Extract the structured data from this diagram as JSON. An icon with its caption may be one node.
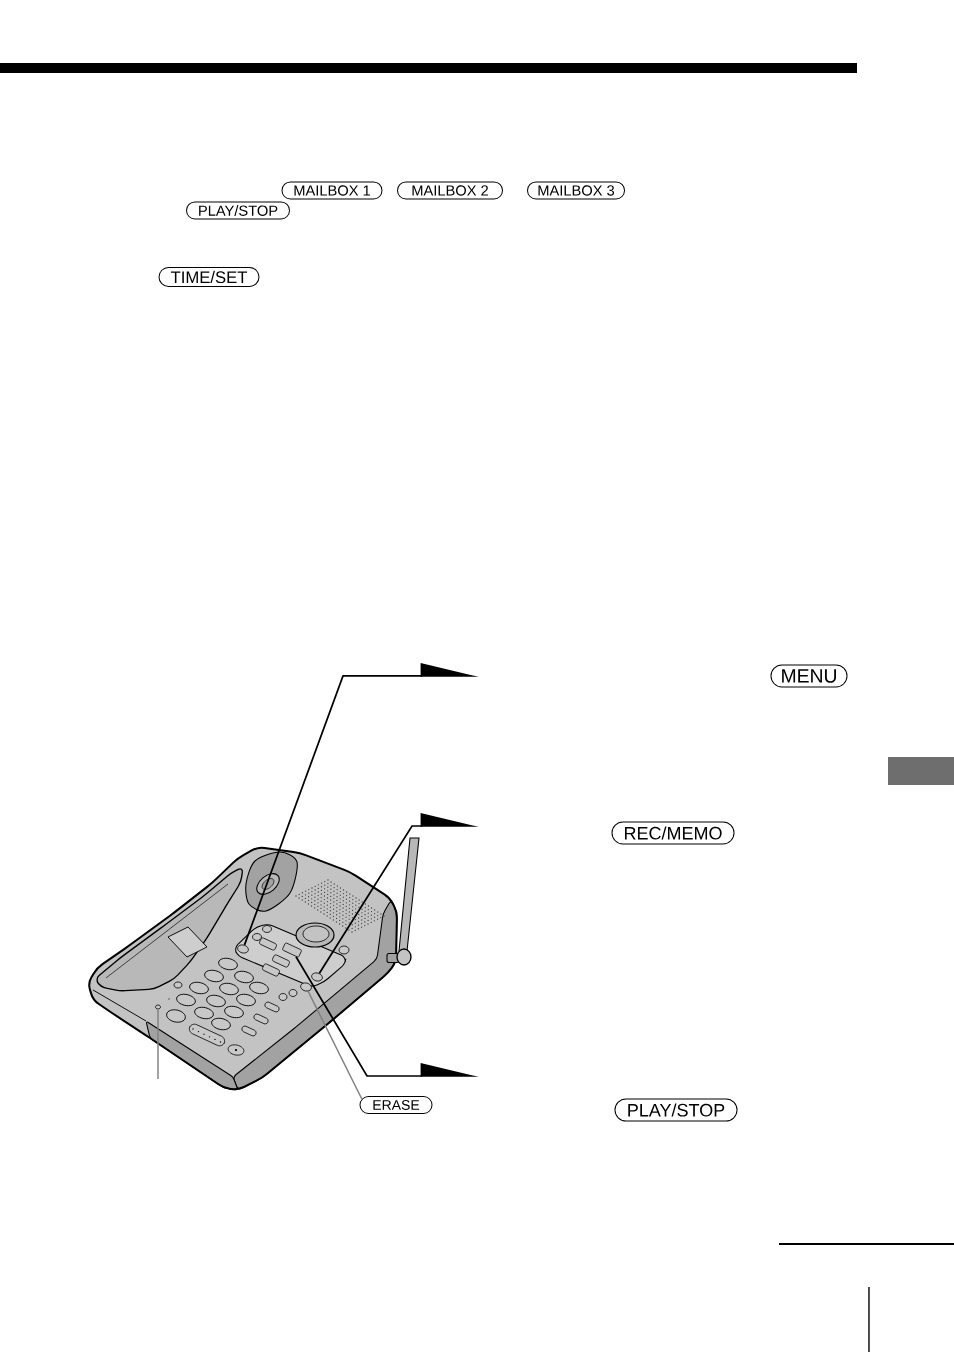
{
  "diagram": {
    "nodes": [
      {
        "text": [
          "MAILBOX 1"
        ]
      },
      {
        "text": [
          "MAILBOX 2"
        ]
      },
      {
        "text": [
          "MAILBOX 3"
        ]
      },
      {
        "text": [
          "PLAY/STOP"
        ]
      },
      {
        "text": [
          "TIME/SET"
        ]
      },
      {
        "text": [
          "MENU"
        ]
      },
      {
        "text": [
          "REC/MEMO"
        ]
      },
      {
        "text": [],
        "shape": "picture"
      },
      {
        "text": [],
        "shape": "circle",
        "in": 7
      },
      {
        "text": [],
        "shape": "circle",
        "in": 7
      },
      {
        "text": [],
        "shape": "box",
        "in": 7
      },
      {
        "text": [],
        "shape": "circle",
        "in": 7
      },
      {
        "text": [],
        "shape": "circle",
        "in": 7
      },
      {
        "text": [
          "ERASE"
        ]
      },
      {
        "text": [
          "PLAY/STOP"
        ]
      }
    ],
    "edges": [
      {
        "from": 9,
        "to": null,
        "arrow": "to"
      },
      {
        "from": 12,
        "to": null,
        "arrow": "to"
      },
      {
        "from": 10,
        "to": null,
        "arrow": "to"
      },
      {
        "from": 13,
        "to": 11,
        "arrow": "none",
        "color": "#808080"
      },
      {
        "from": null,
        "to": 8,
        "arrow": "none",
        "color": "#808080"
      }
    ]
  }
}
